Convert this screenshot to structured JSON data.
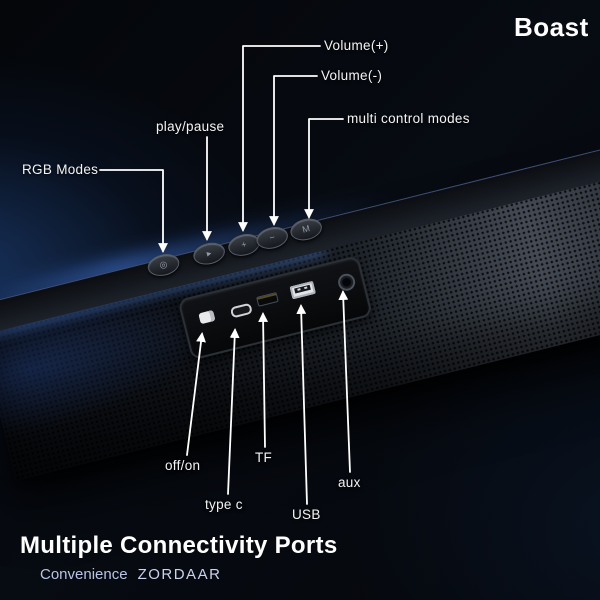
{
  "brand": "Boast",
  "footer": {
    "title": "Multiple Connectivity Ports",
    "subtitle_word": "Convenience",
    "subtitle_model": "ZORDAAR"
  },
  "callouts": {
    "volume_plus": "Volume(+)",
    "volume_minus": "Volume(-)",
    "play_pause": "play/pause",
    "multi_control_modes": "multi control modes",
    "rgb_modes": "RGB Modes",
    "off_on": "off/on",
    "type_c": "type c",
    "tf": "TF",
    "usb": "USB",
    "aux": "aux"
  },
  "soundbar": {
    "buttons": [
      {
        "name": "rgb-modes-button",
        "glyph": "◎"
      },
      {
        "name": "play-pause-button",
        "glyph": "▸"
      },
      {
        "name": "volume-up-button",
        "glyph": "+"
      },
      {
        "name": "volume-down-button",
        "glyph": "−"
      },
      {
        "name": "multi-control-button",
        "glyph": "M"
      }
    ],
    "ports": [
      {
        "name": "power-toggle"
      },
      {
        "name": "type-c-port"
      },
      {
        "name": "tf-card-slot"
      },
      {
        "name": "usb-port"
      },
      {
        "name": "aux-jack"
      }
    ]
  },
  "colors": {
    "accent_blue": "#5b9dff",
    "subtitle_text": "#b9c3e6",
    "background": "#05070b"
  }
}
